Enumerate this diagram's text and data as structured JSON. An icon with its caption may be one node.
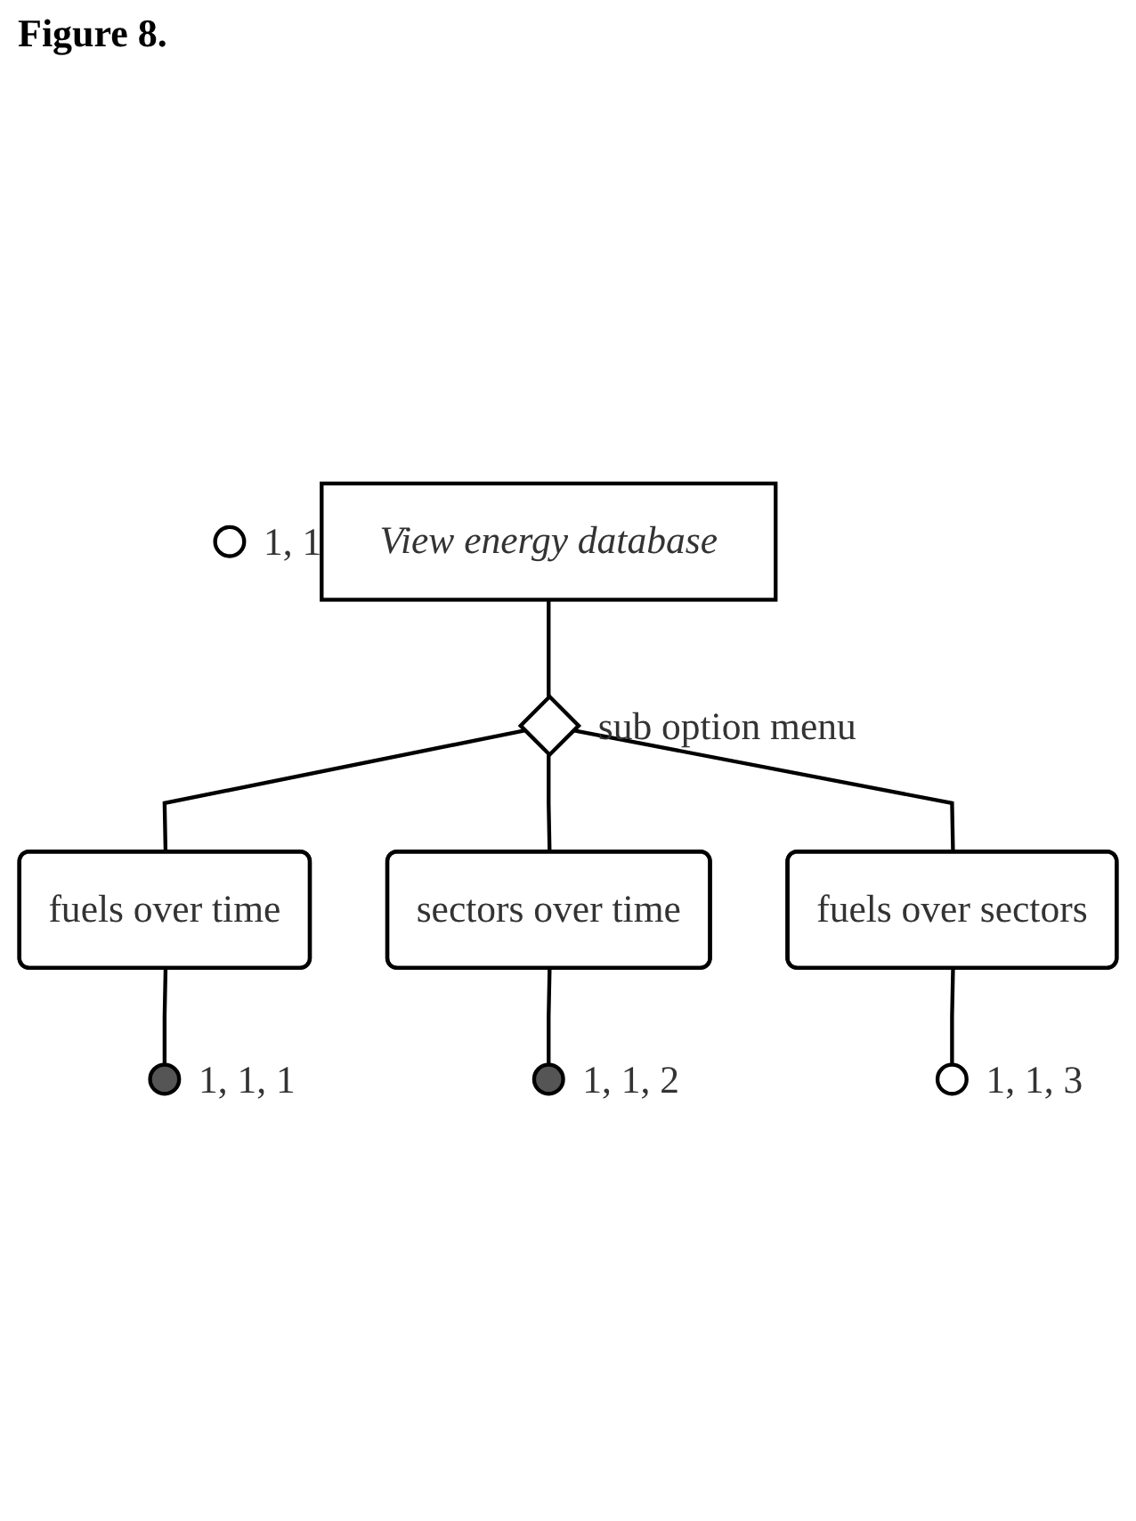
{
  "diagram": {
    "title": "Figure 8.",
    "nodes": [
      {
        "text": [],
        "shape": "circle",
        "beside": [
          "1, 1"
        ]
      },
      {
        "text": [
          "View energy database"
        ]
      },
      {
        "text": [],
        "shape": "diamond",
        "beside": [
          "sub option menu"
        ]
      },
      {
        "text": [
          "fuels over time"
        ]
      },
      {
        "text": [
          "sectors over time"
        ]
      },
      {
        "text": [
          "fuels over sectors"
        ]
      },
      {
        "text": [],
        "shape": "circle",
        "beside": [
          "1, 1, 1"
        ]
      },
      {
        "text": [],
        "shape": "circle",
        "beside": [
          "1, 1, 2"
        ]
      },
      {
        "text": [],
        "shape": "circle",
        "beside": [
          "1, 1, 3"
        ]
      }
    ],
    "edges": [
      {
        "from": 1,
        "to": 2,
        "arrow": "none"
      },
      {
        "from": 2,
        "to": 3,
        "arrow": "none"
      },
      {
        "from": 2,
        "to": 4,
        "arrow": "none"
      },
      {
        "from": 2,
        "to": 5,
        "arrow": "none"
      },
      {
        "from": 3,
        "to": 6,
        "arrow": "none"
      },
      {
        "from": 4,
        "to": 7,
        "arrow": "none"
      },
      {
        "from": 5,
        "to": 8,
        "arrow": "none"
      }
    ]
  }
}
